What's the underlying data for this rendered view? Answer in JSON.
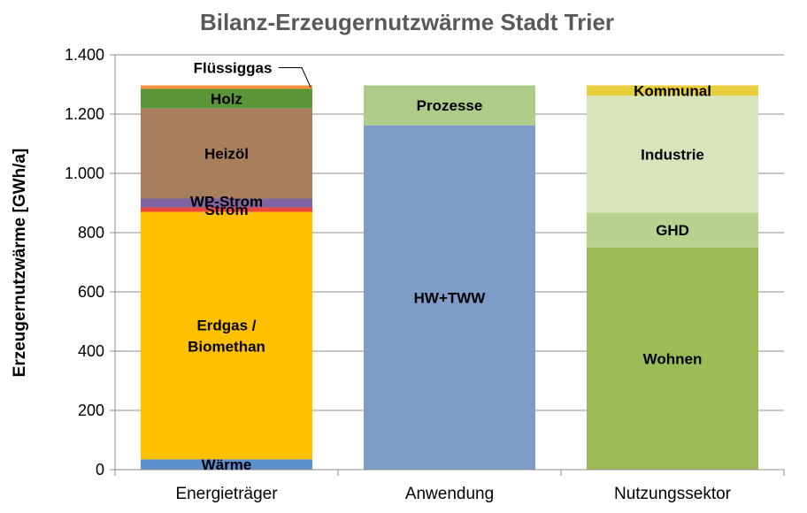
{
  "chart_data": {
    "type": "bar",
    "stacked": true,
    "title": "Bilanz-Erzeugernutzwärme Stadt Trier",
    "ylabel": "Erzeugernutzwärme [GWh/a]",
    "xlabel": "",
    "ylim": [
      0,
      1400
    ],
    "yticks": [
      "0",
      "200",
      "400",
      "600",
      "800",
      "1.000",
      "1.200",
      "1.400"
    ],
    "grid": true,
    "legend": "none",
    "categories": [
      "Energieträger",
      "Anwendung",
      "Nutzungssektor"
    ],
    "stacks": [
      {
        "category": "Energieträger",
        "segments": [
          {
            "label": "Wärme",
            "value": 35,
            "color": "#5B8FD0"
          },
          {
            "label": "Erdgas / Biomethan",
            "value": 835,
            "color": "#FFC000"
          },
          {
            "label": "Strom",
            "value": 15,
            "color": "#F0483A"
          },
          {
            "label": "WP-Strom",
            "value": 30,
            "color": "#8064A2"
          },
          {
            "label": "Heizöl",
            "value": 305,
            "color": "#A97E5C"
          },
          {
            "label": "Holz",
            "value": 65,
            "color": "#5A9538"
          },
          {
            "label": "Flüssiggas",
            "value": 12,
            "color": "#F3923C"
          }
        ]
      },
      {
        "category": "Anwendung",
        "segments": [
          {
            "label": "HW+TWW",
            "value": 1162,
            "color": "#7F9CC9"
          },
          {
            "label": "Prozesse",
            "value": 135,
            "color": "#AECB8A"
          }
        ]
      },
      {
        "category": "Nutzungssektor",
        "segments": [
          {
            "label": "Wohnen",
            "value": 750,
            "color": "#9BBB59"
          },
          {
            "label": "GHD",
            "value": 117,
            "color": "#B7D28F"
          },
          {
            "label": "Industrie",
            "value": 395,
            "color": "#D8E4BC"
          },
          {
            "label": "Kommunal",
            "value": 35,
            "color": "#E8CE3C"
          }
        ]
      }
    ]
  }
}
